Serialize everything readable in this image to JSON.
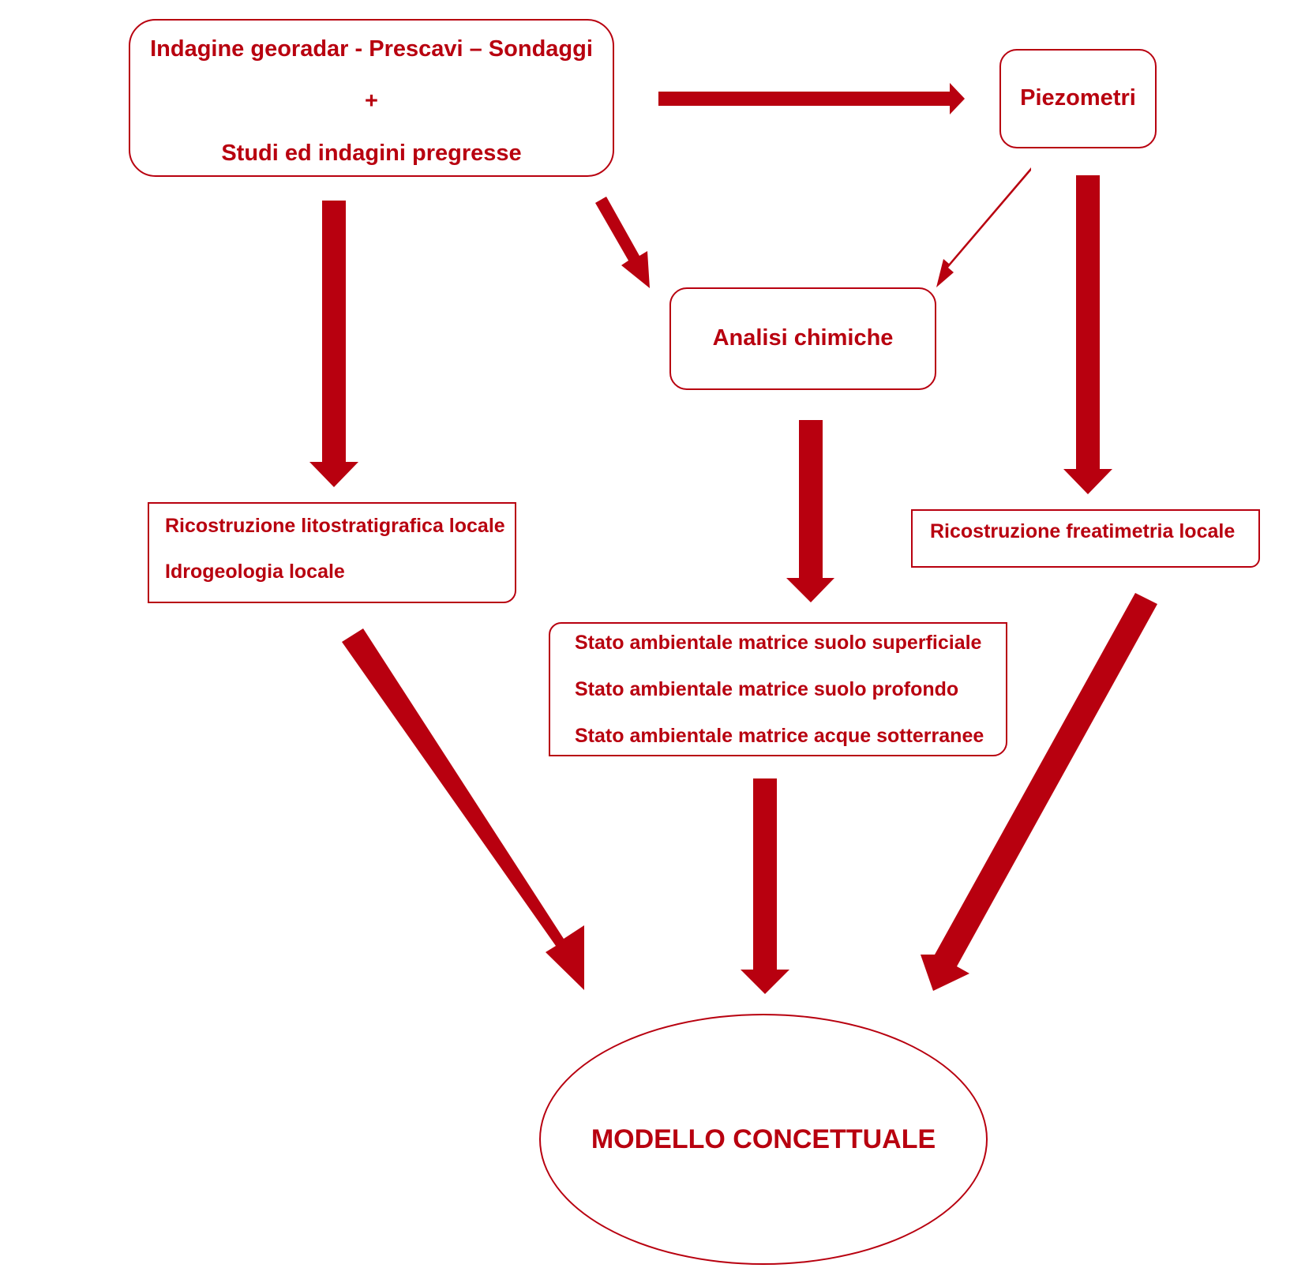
{
  "nodes": {
    "indagini": {
      "line1": "Indagine georadar - Prescavi – Sondaggi",
      "line2": "+",
      "line3": "Studi ed indagini pregresse"
    },
    "piezometri": {
      "label": "Piezometri"
    },
    "analisi": {
      "label": "Analisi chimiche"
    },
    "litostrat": {
      "line1": "Ricostruzione litostratigrafica locale",
      "line2": "Idrogeologia locale"
    },
    "freatimetria": {
      "label": "Ricostruzione freatimetria locale"
    },
    "stato": {
      "line1": "Stato ambientale matrice suolo superficiale",
      "line2": "Stato ambientale matrice suolo profondo",
      "line3": "Stato ambientale matrice acque sotterranee"
    },
    "modello": {
      "label": "MODELLO CONCETTUALE"
    }
  },
  "edges": [
    {
      "from": "indagini",
      "to": "piezometri"
    },
    {
      "from": "indagini",
      "to": "analisi"
    },
    {
      "from": "piezometri",
      "to": "analisi"
    },
    {
      "from": "indagini",
      "to": "litostrat"
    },
    {
      "from": "analisi",
      "to": "stato"
    },
    {
      "from": "piezometri",
      "to": "freatimetria"
    },
    {
      "from": "litostrat",
      "to": "modello"
    },
    {
      "from": "stato",
      "to": "modello"
    },
    {
      "from": "freatimetria",
      "to": "modello"
    }
  ],
  "colors": {
    "accent": "#b8000f",
    "background": "#ffffff"
  }
}
